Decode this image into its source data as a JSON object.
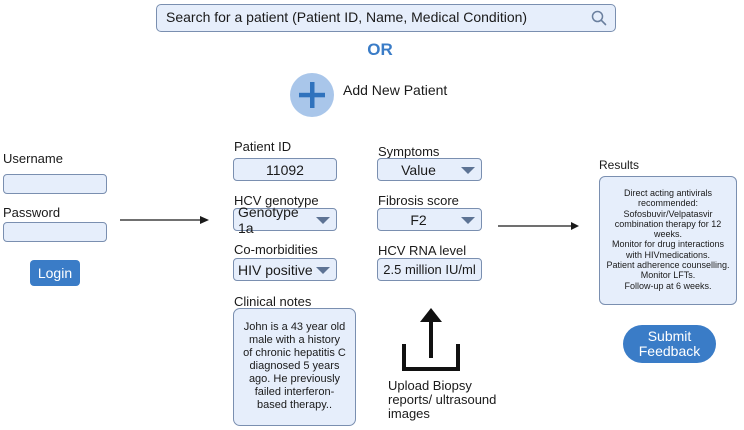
{
  "search": {
    "placeholder": "Search for a patient (Patient ID, Name, Medical Condition)",
    "icon": "search-icon"
  },
  "or_text": "OR",
  "add_patient": {
    "label": "Add New Patient",
    "icon": "plus-icon"
  },
  "login": {
    "username_label": "Username",
    "username_value": "",
    "password_label": "Password",
    "password_value": "",
    "button_label": "Login"
  },
  "patient": {
    "id_label": "Patient ID",
    "id_value": "11092",
    "genotype_label": "HCV genotype",
    "genotype_value": "Genotype 1a",
    "comorbidities_label": "Co-morbidities",
    "comorbidities_value": "HIV positive",
    "clinical_notes_label": "Clinical notes",
    "clinical_notes_lines": [
      "John is a 43 year old",
      "male with a history",
      "of chronic hepatitis C",
      "diagnosed 5 years",
      "ago. He previously",
      "failed interferon-",
      "based therapy.."
    ],
    "symptoms_label": "Symptoms",
    "symptoms_value": "Value",
    "fibrosis_label": "Fibrosis score",
    "fibrosis_value": "F2",
    "rna_label": "HCV RNA level",
    "rna_value": "2.5 million IU/ml"
  },
  "upload": {
    "icon": "upload-icon",
    "lines": [
      "Upload Biopsy",
      "reports/ ultrasound",
      "images"
    ]
  },
  "results": {
    "label": "Results",
    "lines": [
      "Direct acting antivirals",
      "recommended:",
      "Sofosbuvir/Velpatasvir",
      "combination therapy for 12",
      "weeks.",
      "Monitor for drug interactions",
      "with HIVmedications.",
      "Patient adherence counselling.",
      "Monitor LFTs.",
      "Follow-up at 6 weeks."
    ]
  },
  "submit": {
    "lines": [
      "Submit",
      "Feedback"
    ]
  },
  "colors": {
    "accent": "#3a7cc7",
    "field_bg": "#e6eefb",
    "field_border": "#7a8fb0",
    "or_blue": "#3a7cc7"
  }
}
